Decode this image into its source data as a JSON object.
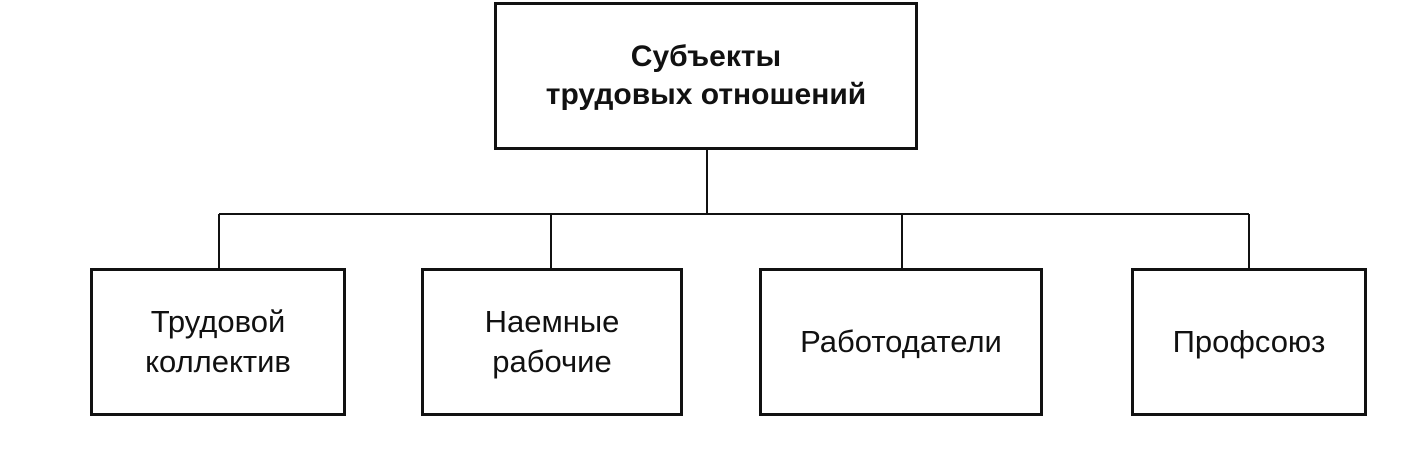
{
  "diagram": {
    "root": {
      "label": "Субъекты\nтрудовых отношений"
    },
    "children": [
      {
        "label": "Трудовой\nколлектив"
      },
      {
        "label": "Наемные\nрабочие"
      },
      {
        "label": "Работодатели"
      },
      {
        "label": "Профсоюз"
      }
    ]
  }
}
